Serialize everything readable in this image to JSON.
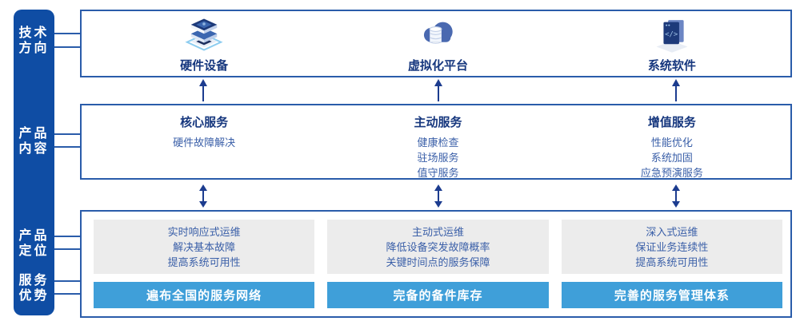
{
  "colors": {
    "sidebar_blue": "#0f4da4",
    "box_border_blue": "#2a5caa",
    "title_navy": "#16377e",
    "body_text_blue": "#3a5fa8",
    "advantage_bar_blue": "#3f9fd9",
    "positioning_gray": "#ececec",
    "arrow_navy": "#1c3c8f"
  },
  "sidebar": {
    "labels": [
      {
        "id": "tech-direction",
        "text": "技术\n方向"
      },
      {
        "id": "product-content",
        "text": "产品\n内容"
      },
      {
        "id": "product-positioning",
        "text": "产品\n定位"
      },
      {
        "id": "service-advantage",
        "text": "服务\n优势"
      }
    ]
  },
  "tech_direction": {
    "columns": [
      {
        "icon": "server-stack-icon",
        "label": "硬件设备"
      },
      {
        "icon": "cloud-database-icon",
        "label": "虚拟化平台"
      },
      {
        "icon": "code-window-icon",
        "label": "系统软件"
      }
    ]
  },
  "product_content": {
    "columns": [
      {
        "title": "核心服务",
        "items": [
          "硬件故障解决"
        ]
      },
      {
        "title": "主动服务",
        "items": [
          "健康检查",
          "驻场服务",
          "值守服务"
        ]
      },
      {
        "title": "增值服务",
        "items": [
          "性能优化",
          "系统加固",
          "应急预演服务"
        ]
      }
    ]
  },
  "product_positioning": {
    "columns": [
      {
        "lines": [
          "实时响应式运维",
          "解决基本故障",
          "提高系统可用性"
        ],
        "advantage": "遍布全国的服务网络"
      },
      {
        "lines": [
          "主动式运维",
          "降低设备突发故障概率",
          "关键时间点的服务保障"
        ],
        "advantage": "完备的备件库存"
      },
      {
        "lines": [
          "深入式运维",
          "保证业务连续性",
          "提高系统可用性"
        ],
        "advantage": "完善的服务管理体系"
      }
    ]
  }
}
